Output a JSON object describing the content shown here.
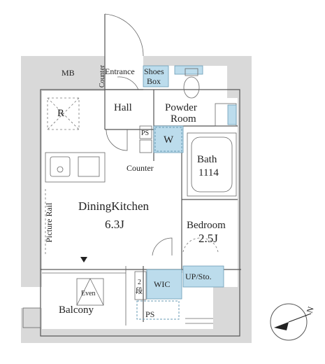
{
  "rooms": {
    "mb": "MB",
    "entrance": "Entrance",
    "counter_vertical": "Counter",
    "shoes_box_line1": "Shoes",
    "shoes_box_line2": "Box",
    "hall": "Hall",
    "powder_line1": "Powder",
    "powder_line2": "Room",
    "r": "R",
    "ps_top": "PS",
    "w": "W",
    "counter": "Counter",
    "bath_line1": "Bath",
    "bath_line2": "1114",
    "dining_kitchen": "DiningKitchen",
    "dining_size": "6.3J",
    "picture_rail": "Picture Rail",
    "bedroom": "Bedroom",
    "bedroom_size": "2.5J",
    "wic": "WIC",
    "up_sto": "UP/Sto.",
    "step_line1": "2",
    "step_line2": "段",
    "ps_bottom": "PS",
    "even": "Even",
    "balcony": "Balcony",
    "north": "N"
  },
  "colors": {
    "wall": "#d9d9d9",
    "storage_fill": "#bcdcec",
    "storage_stroke": "#6a9bb5"
  }
}
